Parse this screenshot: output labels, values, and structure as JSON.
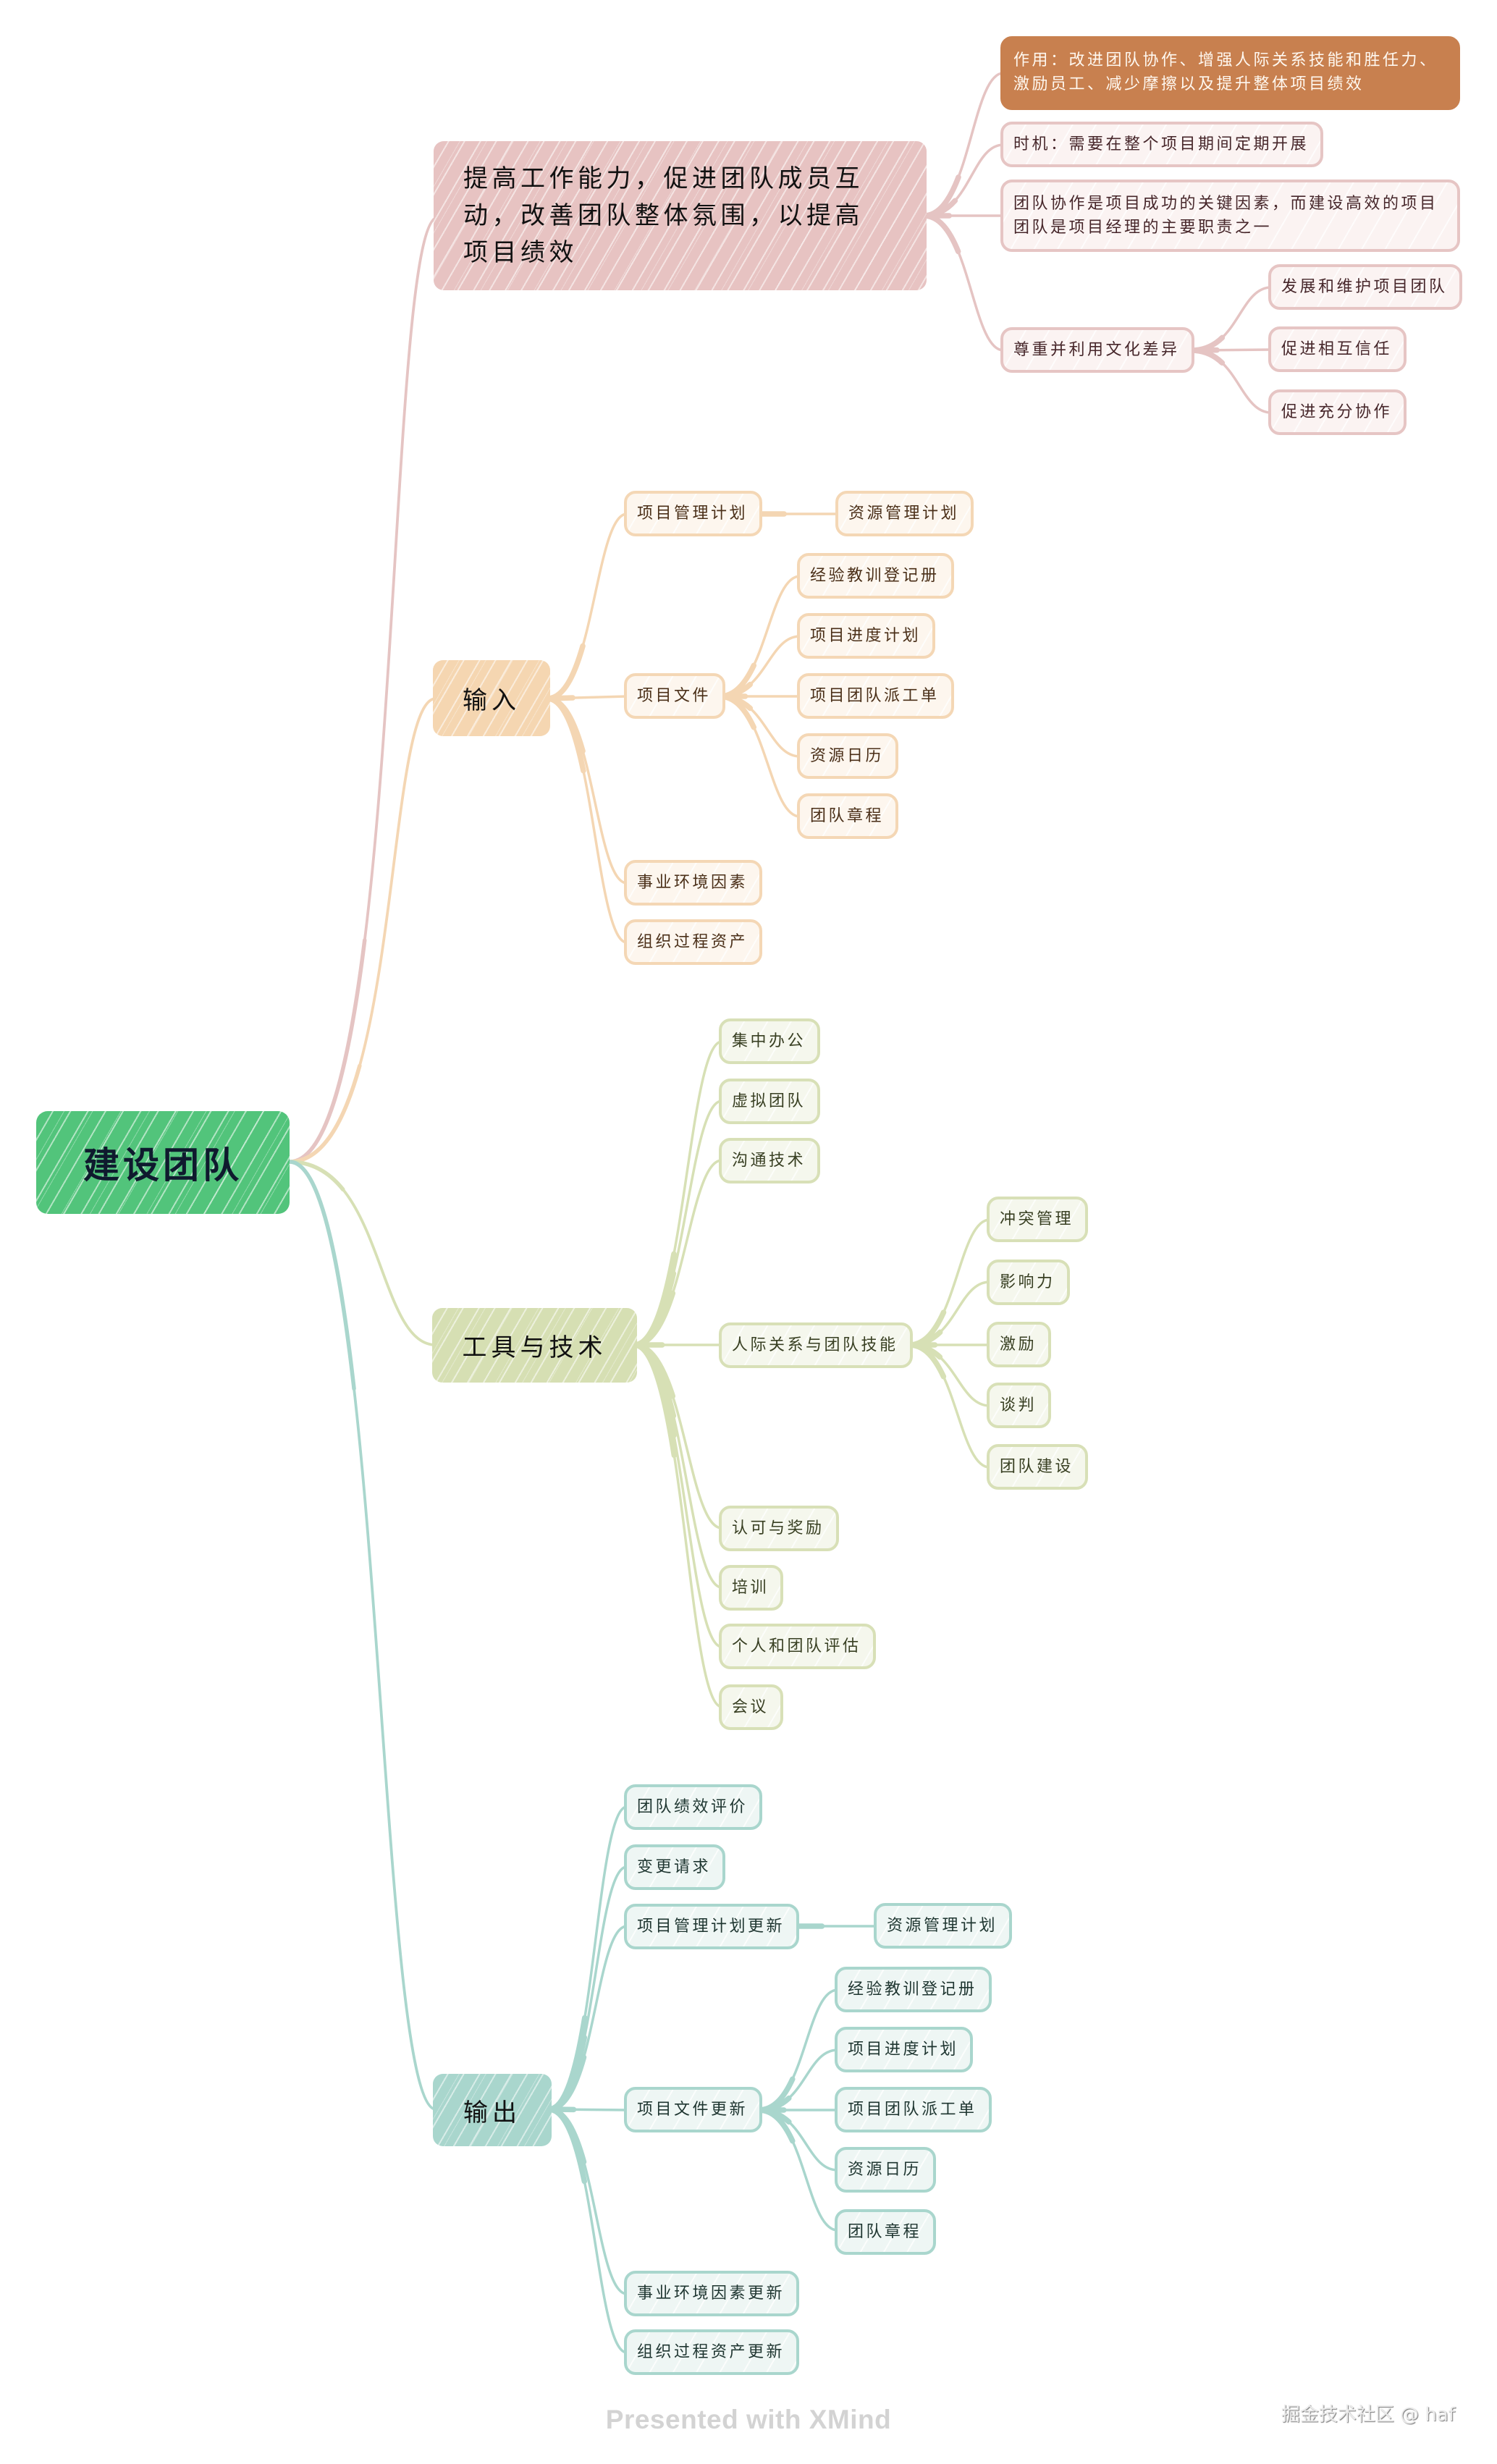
{
  "theme": {
    "root_color": "#52c47b",
    "branch_colors": [
      "#e7c3c2",
      "#f5d6b1",
      "#d6dfb3",
      "#a9d6cd"
    ],
    "highlight_color": "#c8804f"
  },
  "mindmap": {
    "root": {
      "label": "建设团队"
    },
    "branches": [
      {
        "label": "提高工作能力，促进团队成员互动，改善团队整体氛围，以提高项目绩效",
        "children": [
          {
            "label": "作用：改进团队协作、增强人际关系技能和胜任力、激励员工、减少摩擦以及提升整体项目绩效"
          },
          {
            "label": "时机：需要在整个项目期间定期开展"
          },
          {
            "label": "团队协作是项目成功的关键因素，而建设高效的项目团队是项目经理的主要职责之一"
          },
          {
            "label": "尊重并利用文化差异",
            "children": [
              {
                "label": "发展和维护项目团队"
              },
              {
                "label": "促进相互信任"
              },
              {
                "label": "促进充分协作"
              }
            ]
          }
        ]
      },
      {
        "label": "输入",
        "children": [
          {
            "label": "项目管理计划",
            "children": [
              {
                "label": "资源管理计划"
              }
            ]
          },
          {
            "label": "项目文件",
            "children": [
              {
                "label": "经验教训登记册"
              },
              {
                "label": "项目进度计划"
              },
              {
                "label": "项目团队派工单"
              },
              {
                "label": "资源日历"
              },
              {
                "label": "团队章程"
              }
            ]
          },
          {
            "label": "事业环境因素"
          },
          {
            "label": "组织过程资产"
          }
        ]
      },
      {
        "label": "工具与技术",
        "children": [
          {
            "label": "集中办公"
          },
          {
            "label": "虚拟团队"
          },
          {
            "label": "沟通技术"
          },
          {
            "label": "人际关系与团队技能",
            "children": [
              {
                "label": "冲突管理"
              },
              {
                "label": "影响力"
              },
              {
                "label": "激励"
              },
              {
                "label": "谈判"
              },
              {
                "label": "团队建设"
              }
            ]
          },
          {
            "label": "认可与奖励"
          },
          {
            "label": "培训"
          },
          {
            "label": "个人和团队评估"
          },
          {
            "label": "会议"
          }
        ]
      },
      {
        "label": "输出",
        "children": [
          {
            "label": "团队绩效评价"
          },
          {
            "label": "变更请求"
          },
          {
            "label": "项目管理计划更新",
            "children": [
              {
                "label": "资源管理计划"
              }
            ]
          },
          {
            "label": "项目文件更新",
            "children": [
              {
                "label": "经验教训登记册"
              },
              {
                "label": "项目进度计划"
              },
              {
                "label": "项目团队派工单"
              },
              {
                "label": "资源日历"
              },
              {
                "label": "团队章程"
              }
            ]
          },
          {
            "label": "事业环境因素更新"
          },
          {
            "label": "组织过程资产更新"
          }
        ]
      }
    ]
  },
  "footer": {
    "presented_with": "Presented with XMind",
    "watermark": "掘金技术社区 @ haf"
  }
}
